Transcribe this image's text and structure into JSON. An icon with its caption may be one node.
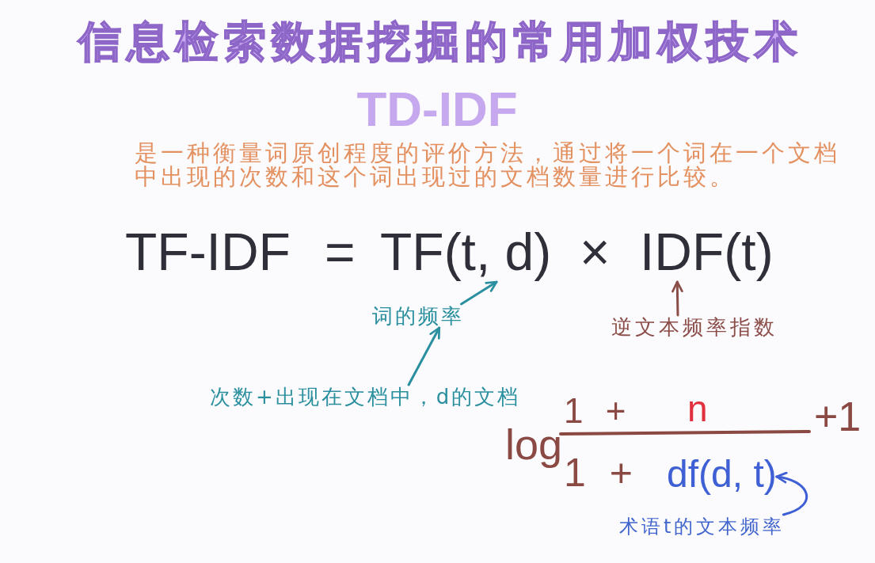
{
  "diagram": {
    "title": "信息检索数据挖掘的常用加权技术",
    "nodes": [
      {
        "text": [
          "TF(t, d)"
        ]
      },
      {
        "text": [
          "IDF(t)"
        ]
      },
      {
        "text": [
          "词的频率"
        ]
      },
      {
        "text": [
          "逆文本频率指数"
        ]
      },
      {
        "text": [
          "次数+出现在文档中，d的文档"
        ]
      },
      {
        "text": [
          "df(d, t)"
        ]
      },
      {
        "text": [
          "术语t的文本频率"
        ]
      }
    ],
    "edges": [
      {
        "from": 2,
        "to": 0,
        "arrow": "to"
      },
      {
        "from": 3,
        "to": 1,
        "arrow": "to",
        "color": "#8b4d48"
      },
      {
        "from": 4,
        "to": 2,
        "arrow": "to"
      },
      {
        "from": 6,
        "to": 5,
        "arrow": "to",
        "color": "#3e60d4"
      }
    ],
    "labels": [
      "TD-IDF",
      "是一种衡量词原创程度的评价方法，通过将一个词在一个文档中出现的次数和这个词出现过的文档数量进行比较。",
      "TF-IDF",
      "=",
      "×",
      "log",
      "1 +",
      "n",
      "1 +",
      "+1"
    ]
  }
}
